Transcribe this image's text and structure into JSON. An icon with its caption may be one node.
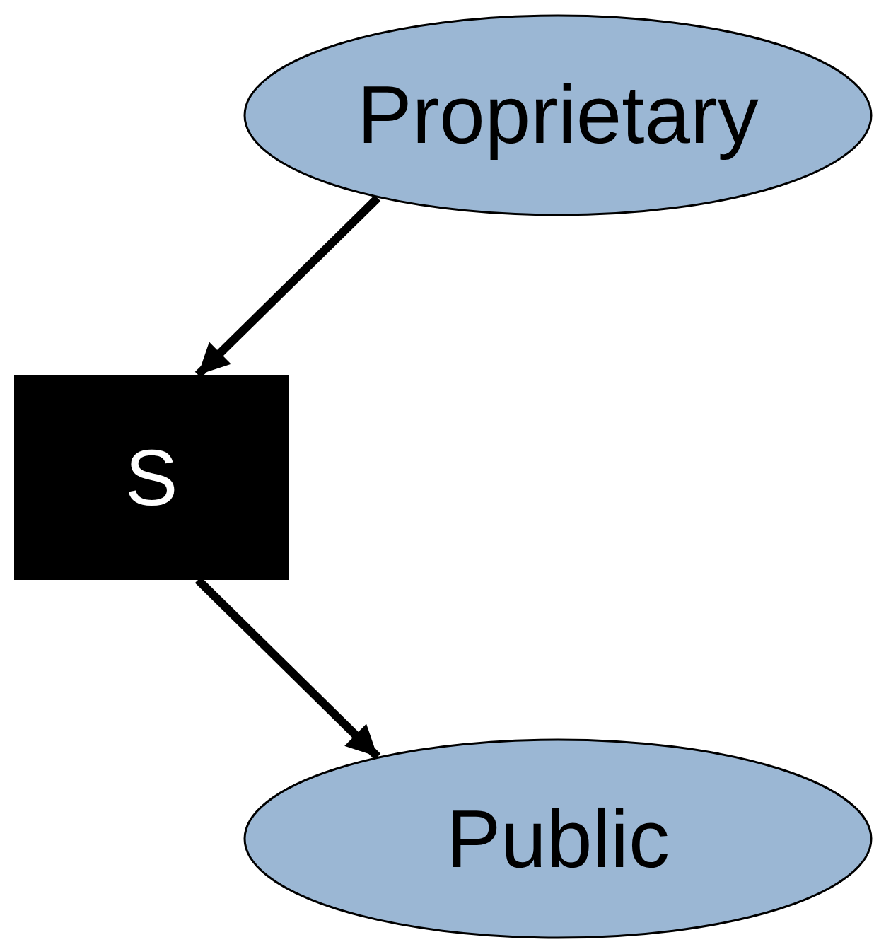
{
  "diagram": {
    "nodes": [
      {
        "text": [
          "Proprietary"
        ]
      },
      {
        "text": [
          "S"
        ]
      },
      {
        "text": [
          "Public"
        ]
      }
    ],
    "edges": [
      {
        "from": 0,
        "to": 1,
        "arrow": "to"
      },
      {
        "from": 1,
        "to": 2,
        "arrow": "to"
      }
    ]
  }
}
